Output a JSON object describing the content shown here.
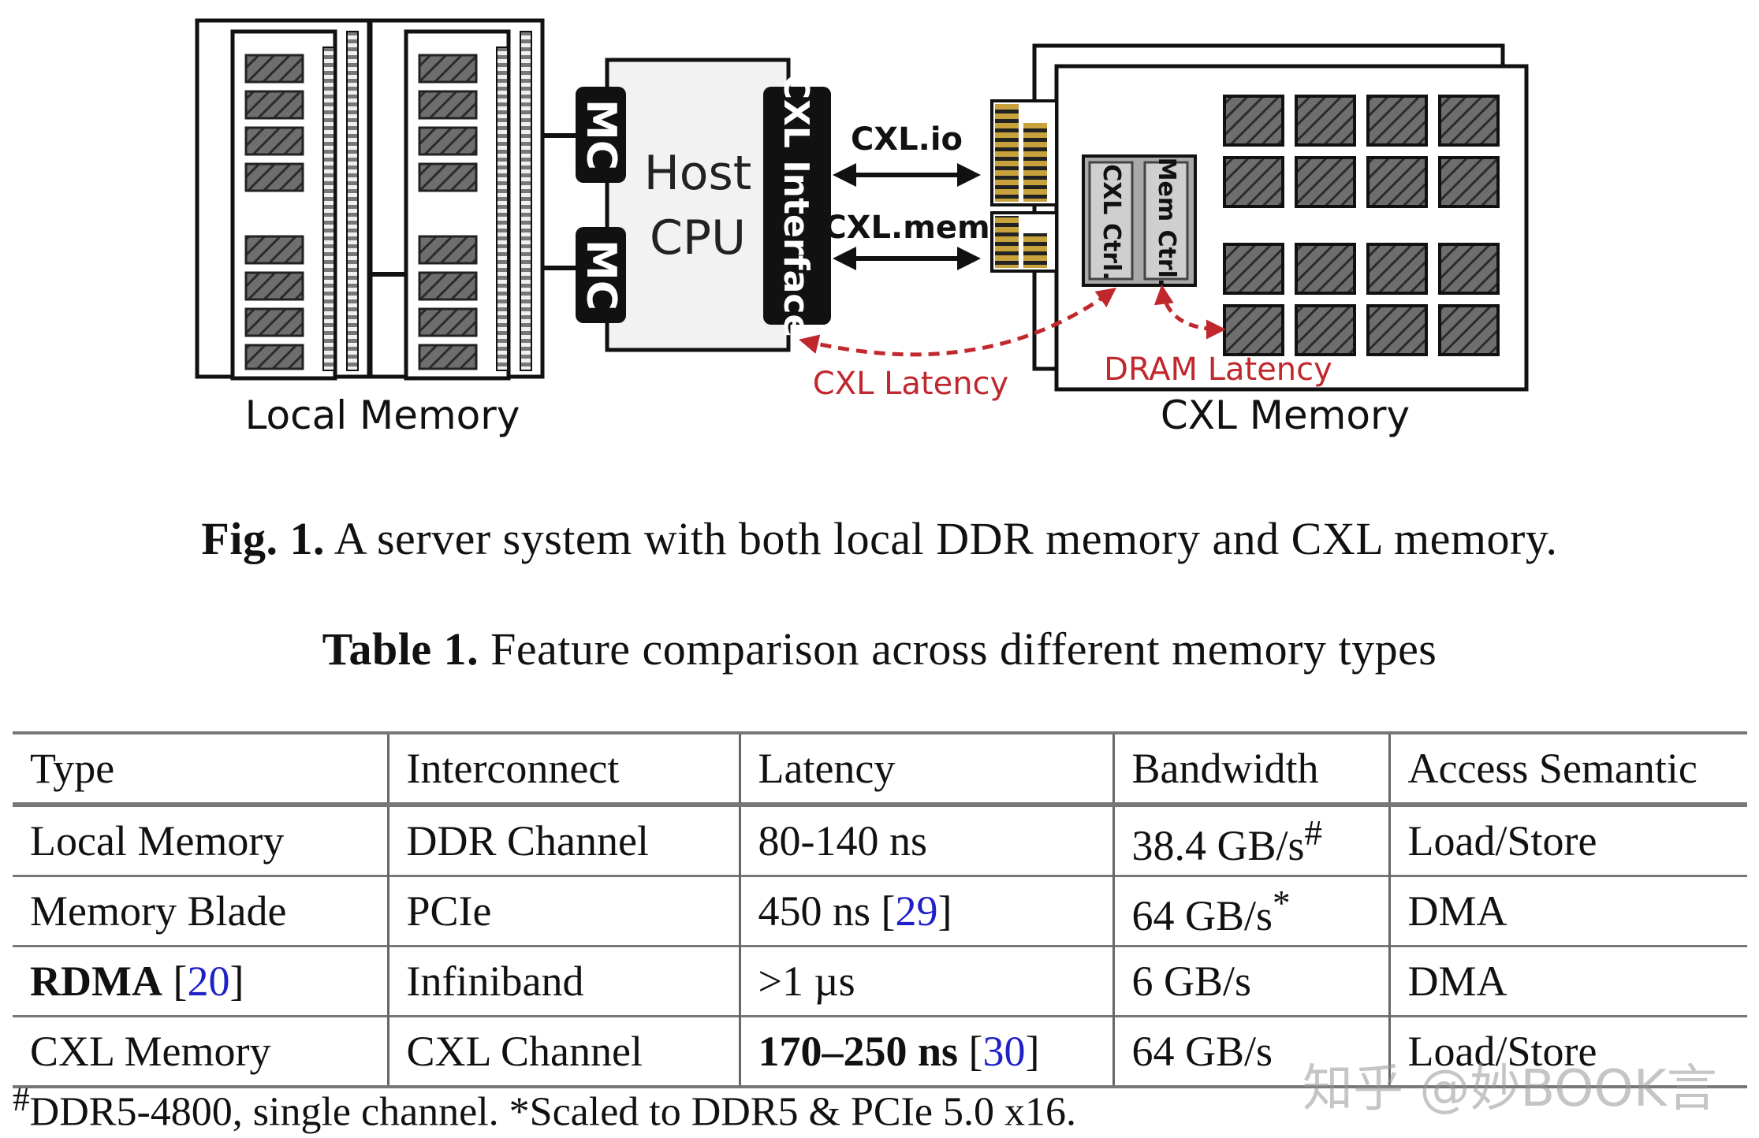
{
  "figure": {
    "local_memory_label": "Local Memory",
    "mc_label": "MC",
    "host_cpu_line1": "Host",
    "host_cpu_line2": "CPU",
    "cxl_interface_label": "CXL Interface",
    "cxl_io_label": "CXL.io",
    "cxl_mem_label": "CXL.mem",
    "cxl_ctrl_label": "CXL Ctrl.",
    "mem_ctrl_label": "Mem Ctrl.",
    "cxl_latency_label": "CXL Latency",
    "dram_latency_label": "DRAM Latency",
    "cxl_memory_label": "CXL Memory",
    "latency_color": "#c0282d"
  },
  "fig_caption": {
    "label": "Fig. 1.",
    "text": " A server system with both local DDR memory and CXL memory."
  },
  "table_caption": {
    "label": "Table 1.",
    "text": " Feature comparison across different memory types"
  },
  "table": {
    "headers": [
      "Type",
      "Interconnect",
      "Latency",
      "Bandwidth",
      "Access Semantic"
    ],
    "rows": [
      {
        "type": "Local Memory",
        "interconnect": "DDR Channel",
        "latency": "80-140 ns",
        "bandwidth": "38.4 GB/s",
        "bandwidth_mark": "#",
        "access": "Load/Store"
      },
      {
        "type": "Memory Blade",
        "interconnect": "PCIe",
        "latency": "450 ns ",
        "latency_ref": "29",
        "bandwidth": "64 GB/s",
        "bandwidth_mark": "*",
        "access": "DMA"
      },
      {
        "type": "RDMA",
        "type_ref": "20",
        "interconnect": "Infiniband",
        "latency": ">1 µs",
        "bandwidth": "6 GB/s",
        "access": "DMA"
      },
      {
        "type": "CXL Memory",
        "interconnect": "CXL Channel",
        "latency": "170–250 ns",
        "latency_ref": "30",
        "bandwidth": "64 GB/s",
        "access": "Load/Store"
      }
    ]
  },
  "footnote": {
    "mark": "#",
    "text": "DDR5-4800, single channel. *Scaled to DDR5 & PCIe 5.0 x16."
  },
  "watermark": "知乎 @妙BOOK言"
}
